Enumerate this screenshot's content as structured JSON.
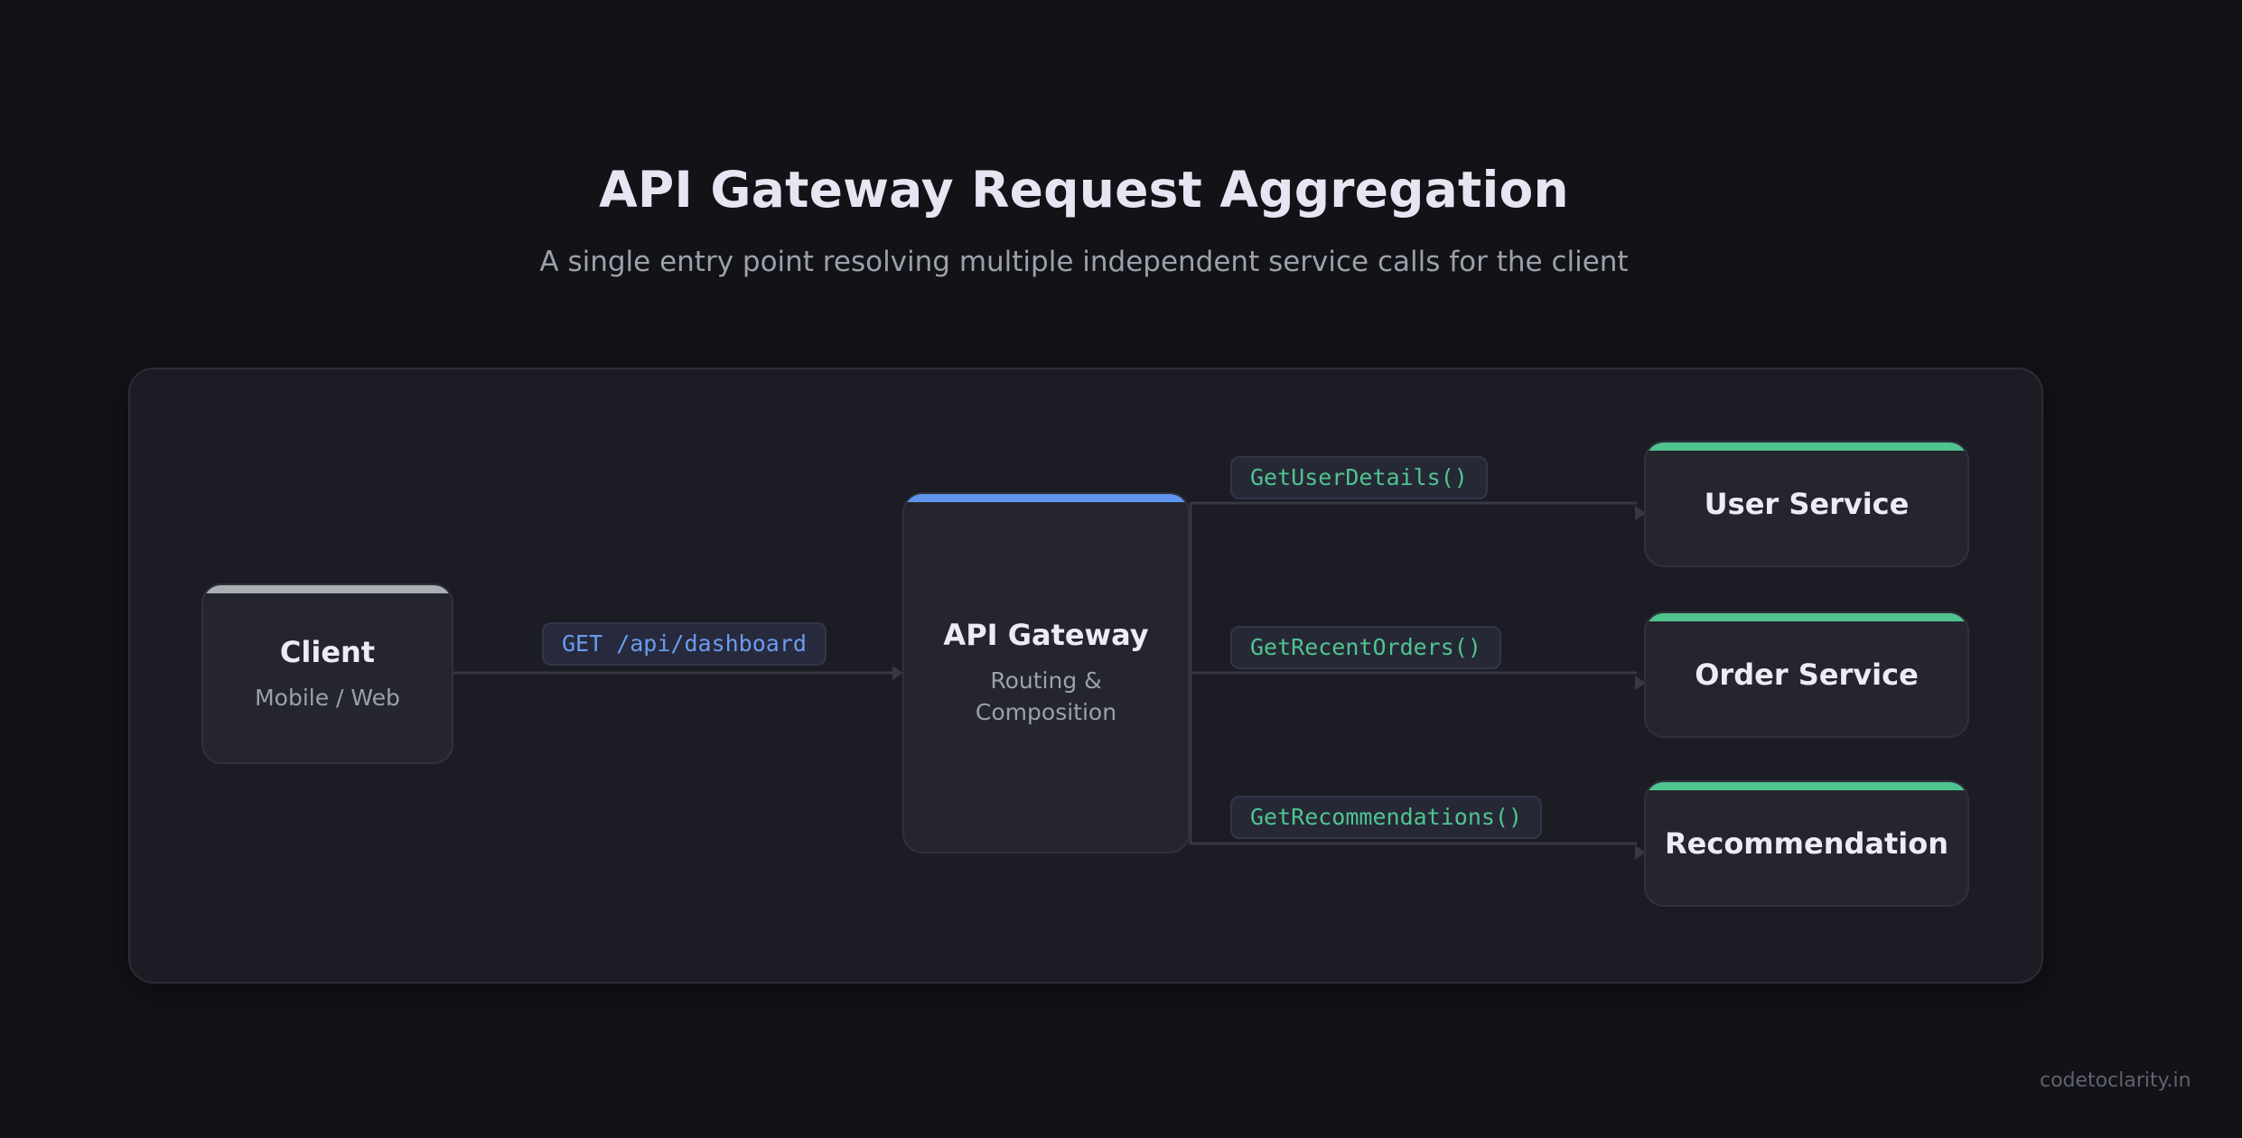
{
  "header": {
    "title": "API Gateway Request Aggregation",
    "subtitle": "A single entry point resolving multiple independent service calls for the client"
  },
  "colors": {
    "background": "#121217",
    "panel": "#1c1d24",
    "node": "#24252d",
    "client_accent": "#a9b0b4",
    "gateway_accent": "#5f95ec",
    "service_accent": "#4fc490",
    "request_text": "#6b9bf0",
    "call_text": "#4fc490",
    "connector": "#373844"
  },
  "nodes": {
    "client": {
      "name": "Client",
      "desc": "Mobile / Web"
    },
    "gateway": {
      "name": "API Gateway",
      "desc_line1": "Routing &",
      "desc_line2": "Composition"
    },
    "services": [
      {
        "name": "User Service"
      },
      {
        "name": "Order Service"
      },
      {
        "name": "Recommendation"
      }
    ]
  },
  "edges": {
    "request": {
      "label": "GET /api/dashboard"
    },
    "calls": [
      {
        "label": "GetUserDetails()"
      },
      {
        "label": "GetRecentOrders()"
      },
      {
        "label": "GetRecommendations()"
      }
    ]
  },
  "footer": {
    "watermark": "codetoclarity.in"
  }
}
